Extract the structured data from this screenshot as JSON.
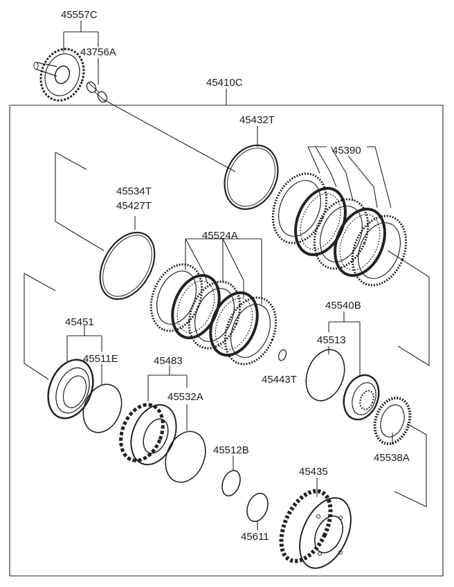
{
  "diagram": {
    "assembly_label": "45410C",
    "parts": {
      "p45557C": "45557C",
      "p43756A": "43756A",
      "p45432T": "45432T",
      "p45390": "45390",
      "p45534T": "45534T",
      "p45427T": "45427T",
      "p45524A": "45524A",
      "p45540B": "45540B",
      "p45513": "45513",
      "p45451": "45451",
      "p45511E": "45511E",
      "p45483": "45483",
      "p45443T": "45443T",
      "p45532A": "45532A",
      "p45538A": "45538A",
      "p45512B": "45512B",
      "p45435": "45435",
      "p45611": "45611"
    }
  }
}
